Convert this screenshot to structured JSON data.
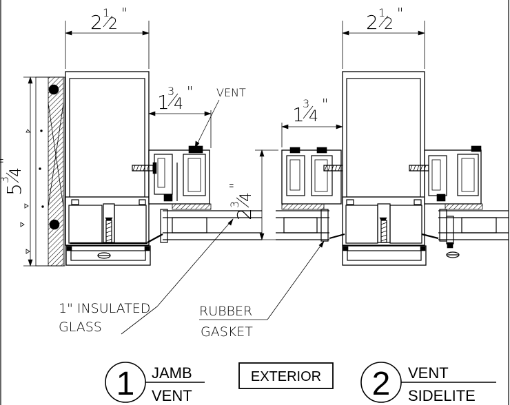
{
  "dims": {
    "left_top_width": {
      "whole": "2",
      "num": "1",
      "den": "2",
      "inch": "\""
    },
    "right_top_width": {
      "whole": "2",
      "num": "1",
      "den": "2",
      "inch": "\""
    },
    "left_depth": {
      "whole": "1",
      "num": "3",
      "den": "4",
      "inch": "\""
    },
    "right_depth": {
      "whole": "1",
      "num": "3",
      "den": "4",
      "inch": "\""
    },
    "left_height": {
      "whole": "5",
      "num": "3",
      "den": "4",
      "inch": "\""
    },
    "vent_height": {
      "whole": "2",
      "num": "3",
      "den": "4",
      "inch": "\""
    }
  },
  "callouts": {
    "vent": "VENT",
    "glass_line1": "1\"  INSULATED",
    "glass_line2": "GLASS",
    "gasket_line1": "RUBBER",
    "gasket_line2": "GASKET"
  },
  "legend": {
    "detail1": {
      "number": "1",
      "top": "JAMB",
      "bottom": "VENT"
    },
    "exterior": "EXTERIOR",
    "detail2": {
      "number": "2",
      "top": "VENT",
      "bottom": "SIDELITE"
    }
  }
}
